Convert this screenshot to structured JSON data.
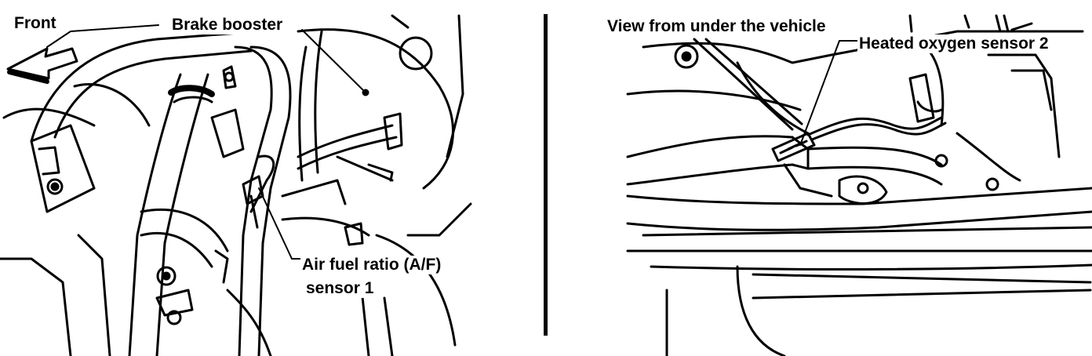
{
  "left_panel": {
    "labels": {
      "front": "Front",
      "brake_booster": "Brake booster",
      "af_sensor_line1": "Air fuel ratio (A/F)",
      "af_sensor_line2": "sensor 1"
    }
  },
  "right_panel": {
    "labels": {
      "view_note": "View from under the vehicle",
      "ho2_sensor": "Heated oxygen sensor 2"
    }
  },
  "colors": {
    "ink": "#000000",
    "paper": "#ffffff"
  }
}
